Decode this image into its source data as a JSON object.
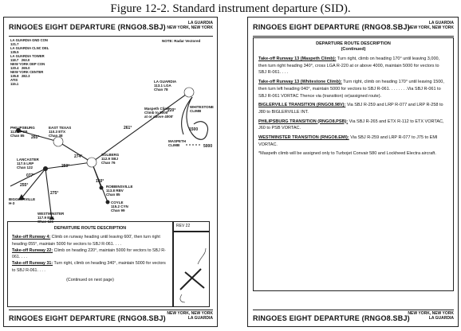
{
  "caption": "Figure 12-2. Standard instrument departure (SID).",
  "left_page": {
    "title": "RINGOES EIGHT DEPARTURE (RNGO8.SBJ)",
    "location_line1": "LA GUARDIA",
    "location_line2": "NEW YORK, NEW YORK",
    "freq_block": "LA GUARDIA GND CON\n121.7\nLA GUARDIA CLNC DEL\n135.5\nLA GUARDIA TOWER\n118.7   263.0\nNEW YORK DEP CON\n120.4   265.0\nNEW YORK CENTER\n135.8   282.3\nATIS\n115.1",
    "note": "NOTE: Radar Vectored",
    "map_labels": {
      "philipsburg": "PHILIPSBURG\n113.8 PSB\nChan 85",
      "east_texas": "EAST TEXAS\n110.3 ETX\nChan 38",
      "solberg": "SOLBERG\n112.9 SBJ\nChan 76",
      "lancaster": "LANCASTER\n117.5 LRP\nChan 122",
      "robbinsville": "ROBBINSVILLE\n113.8 RBV\nChan 85",
      "coyle": "COYLE\n115.2 CYN\nChan 99",
      "bigglerville": "BIGGLERVILLE\nH-3",
      "westminster": "WESTMINSTER\n117.9 EMI\nChan 126",
      "la_guardia": "LA GUARDIA\n113.1 LGA\nChan 78",
      "whitestone": "WHITESTONE\nCLIMB",
      "maspeth": "MASPETH\nCLIMB",
      "maspeth_note": "Maspeth Climb\nClimb to 5000'\nat or above 4000'",
      "alt_5000": "5000",
      "alt_1500": "1500"
    },
    "radials": {
      "r261": "261°",
      "r274": "274°",
      "r259": "259°",
      "r265": "265°",
      "r220": "220°",
      "r077": "077°",
      "r160": "160°",
      "r275": "275°",
      "r255": "255°"
    },
    "desc": {
      "heading": "DEPARTURE ROUTE DESCRIPTION",
      "rwy4_label": "Take-off Runway 4:",
      "rwy4_text": " Climb on runway heading until leaving 600', then turn right heading 055°, maintain 5000 for vectors to SBJ R-061. . . .",
      "rwy22_label": "Take-off Runway 22:",
      "rwy22_text": " Climb on heading 220°, maintain 5000 for vectors to SBJ R-061. . . .",
      "rwy31_label": "Take-off Runway 31:",
      "rwy31_text": " Turn right, climb on heading 340°, maintain 5000 for vectors to SBJ R-061. . . .",
      "continued": "(Continued on next page)"
    },
    "rev": "REV       22",
    "footer_title": "RINGOES EIGHT DEPARTURE (RNGO8.SBJ)",
    "footer_location_line1": "NEW YORK, NEW YORK",
    "footer_location_line2": "LA GUARDIA"
  },
  "right_page": {
    "location_line1": "LA GUARDIA",
    "location_line2": "NEW YORK, NEW YORK",
    "title": "RINGOES EIGHT DEPARTURE (RNGO8.SBJ)",
    "heading": "DEPARTURE ROUTE DESCRIPTION",
    "heading_sub": "(Continued)",
    "paragraphs": [
      {
        "label": "Take-off Runway 13 (Maspeth Climb):",
        "text": " Turn right, climb on heading 170° until leaving 3,000, then turn right heading 340°, cross LGA R-220 at or above 4000, maintain 5000 for vectors to SBJ R-061. . . ."
      },
      {
        "label": "Take-off Runway 13 (Whitestone Climb):",
        "text": " Turn right, climb on heading 170° until leaving 1500, then turn left heading 040°, maintain 5000 for vectors to SBJ R-061. . . . . . . .Via SBJ R-061 to SBJ R-061 VORTAC Thence via (transition) or(assigned route)."
      },
      {
        "label": "BIGLERVILLE TRANSITION (RNGO8.98V):",
        "text": " Via SBJ R-259 and LRP R-077 and LRP R-258 to J80 to BIGLERVILLE INT."
      },
      {
        "label": "PHILIPSBURG TRANSITION (RNGO8.PSB):",
        "text": " Via SBJ R-265 and ETX R-112 to ETX VORTAC, J60 to PSB VORTAC."
      },
      {
        "label": "WESTMINSTER TRANSITION (RNGO8.EMI):",
        "text": " Via SBJ R-259 and LRP R-077 to J75 to EMI VORTAC."
      },
      {
        "label": "",
        "text": "*Maspeth climb will be assigned only to Turbojet Convair 580 and Lockheed Electra aircraft."
      }
    ],
    "footer_title": "RINGOES EIGHT DEPARTURE (RNGO8.SBJ)",
    "footer_location_line1": "NEW YORK, NEW YORK",
    "footer_location_line2": "LA GUARDIA"
  }
}
